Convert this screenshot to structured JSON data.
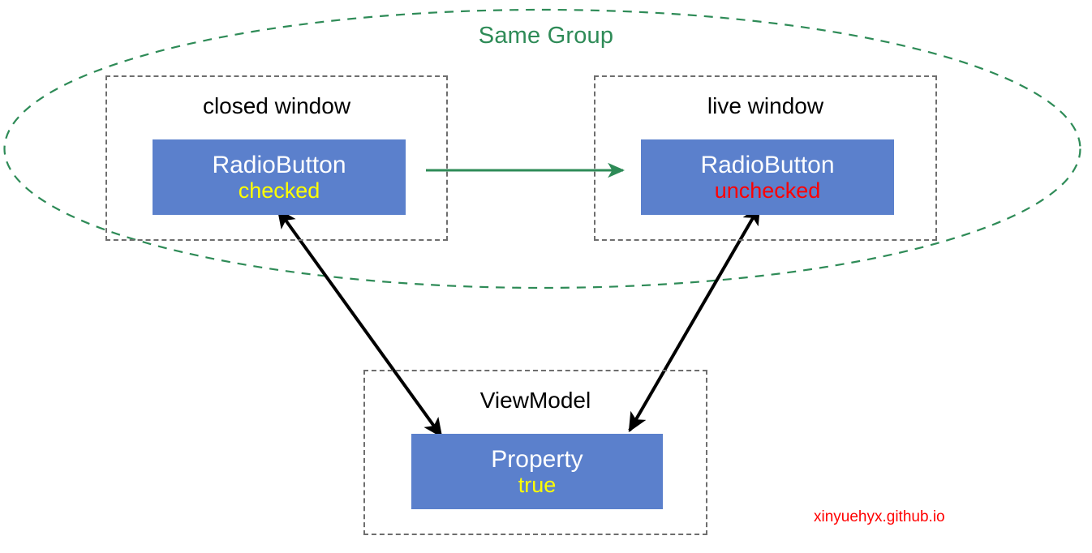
{
  "diagram": {
    "group_label": "Same Group",
    "group_label_color": "#2e8b57",
    "panels": [
      {
        "key": "closed_window",
        "title": "closed window",
        "block_title": "RadioButton",
        "block_state": "checked",
        "block_state_color": "#ffff00",
        "block_color": "#5b80cc"
      },
      {
        "key": "live_window",
        "title": "live window",
        "block_title": "RadioButton",
        "block_state": "unchecked",
        "block_state_color": "#ff0000",
        "block_color": "#5b80cc"
      },
      {
        "key": "view_model",
        "title": "ViewModel",
        "block_title": "Property",
        "block_state": "true",
        "block_state_color": "#ffff00",
        "block_color": "#5b80cc"
      }
    ],
    "connectors": [
      {
        "key": "closed-to-live",
        "color": "#2e8b57",
        "style": "solid",
        "heads": "end"
      },
      {
        "key": "closed-radiobutton-to-property",
        "color": "#000000",
        "style": "solid",
        "heads": "both"
      },
      {
        "key": "live-radiobutton-to-property",
        "color": "#000000",
        "style": "solid",
        "heads": "both"
      }
    ],
    "watermark": "xinyuehyx.github.io",
    "watermark_color": "#ff0000"
  }
}
